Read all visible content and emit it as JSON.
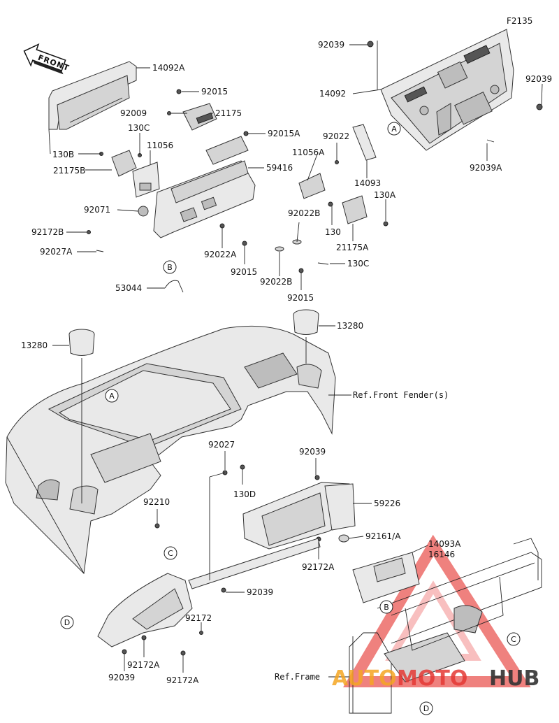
{
  "diagram_code": "F2135",
  "front_arrow_label": "FRONT",
  "parts": [
    {
      "id": "p1",
      "num": "14092A"
    },
    {
      "id": "p2",
      "num": "130B"
    },
    {
      "id": "p3",
      "num": "21175B"
    },
    {
      "id": "p4",
      "num": "130C"
    },
    {
      "id": "p5",
      "num": "11056"
    },
    {
      "id": "p6",
      "num": "92071"
    },
    {
      "id": "p7",
      "num": "92172B"
    },
    {
      "id": "p8",
      "num": "92027A"
    },
    {
      "id": "p9",
      "num": "92015"
    },
    {
      "id": "p10",
      "num": "92009"
    },
    {
      "id": "p11",
      "num": "21175"
    },
    {
      "id": "p12",
      "num": "92015A"
    },
    {
      "id": "p13",
      "num": "59416"
    },
    {
      "id": "p14",
      "num": "92022A"
    },
    {
      "id": "p15",
      "num": "92015"
    },
    {
      "id": "p16",
      "num": "92022B"
    },
    {
      "id": "p17",
      "num": "92022B"
    },
    {
      "id": "p18",
      "num": "92015"
    },
    {
      "id": "p19",
      "num": "53044"
    },
    {
      "id": "p20",
      "num": "92039"
    },
    {
      "id": "p21",
      "num": "14092"
    },
    {
      "id": "p22",
      "num": "92039"
    },
    {
      "id": "p23",
      "num": "92039A"
    },
    {
      "id": "p24",
      "num": "92022"
    },
    {
      "id": "p25",
      "num": "11056A"
    },
    {
      "id": "p26",
      "num": "14093"
    },
    {
      "id": "p27",
      "num": "130A"
    },
    {
      "id": "p28",
      "num": "130"
    },
    {
      "id": "p29",
      "num": "21175A"
    },
    {
      "id": "p30",
      "num": "130C"
    },
    {
      "id": "p31",
      "num": "13280"
    },
    {
      "id": "p32",
      "num": "13280"
    },
    {
      "id": "p33",
      "num": "Ref.Front Fender(s)"
    },
    {
      "id": "p34",
      "num": "92027"
    },
    {
      "id": "p35",
      "num": "130D"
    },
    {
      "id": "p36",
      "num": "92039"
    },
    {
      "id": "p37",
      "num": "59226"
    },
    {
      "id": "p38",
      "num": "92210"
    },
    {
      "id": "p39",
      "num": "92161/A"
    },
    {
      "id": "p40",
      "num": "14093A"
    },
    {
      "id": "p41",
      "num": "16146"
    },
    {
      "id": "p42",
      "num": "92172A"
    },
    {
      "id": "p43",
      "num": "92039"
    },
    {
      "id": "p44",
      "num": "92172"
    },
    {
      "id": "p45",
      "num": "92172A"
    },
    {
      "id": "p46",
      "num": "92039"
    },
    {
      "id": "p47",
      "num": "92172A"
    },
    {
      "id": "p48",
      "num": "Ref.Frame"
    }
  ],
  "callouts": [
    {
      "id": "c1",
      "letter": "A"
    },
    {
      "id": "c2",
      "letter": "B"
    },
    {
      "id": "c3",
      "letter": "A"
    },
    {
      "id": "c4",
      "letter": "C"
    },
    {
      "id": "c5",
      "letter": "D"
    },
    {
      "id": "c6",
      "letter": "B"
    },
    {
      "id": "c7",
      "letter": "C"
    },
    {
      "id": "c8",
      "letter": "D"
    }
  ],
  "watermark": {
    "part1": "AUTO",
    "part2": "MOTO",
    "part3": "HUB",
    "color1": "#f5a623",
    "color2": "#e53935",
    "color3": "#333333"
  },
  "accent_color": "#e53935"
}
